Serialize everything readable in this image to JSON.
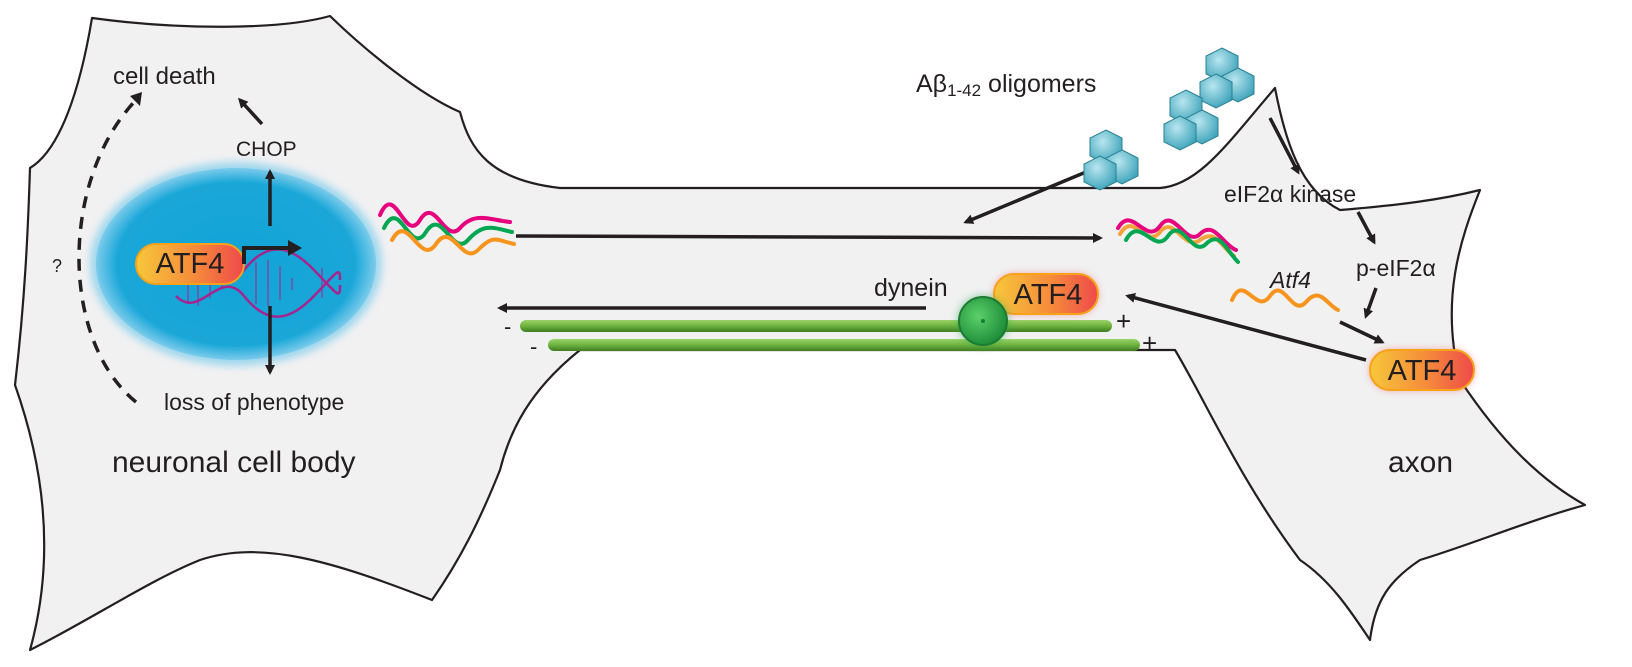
{
  "labels": {
    "cell_death": "cell death",
    "chop": "CHOP",
    "question": "?",
    "loss_of_phenotype": "loss of phenotype",
    "cell_body": "neuronal cell body",
    "axon": "axon",
    "abeta_prefix": "Aβ",
    "abeta_sub": "1-42",
    "abeta_suffix": " oligomers",
    "eif2a_kinase": "eIF2α kinase",
    "p_eif2a": "p-eIF2α",
    "atf4_mrna": "Atf4",
    "dynein": "dynein",
    "minus": "-",
    "plus": "+"
  },
  "proteins": {
    "nucleus_atf4": "ATF4",
    "transport_atf4": "ATF4",
    "axon_atf4": "ATF4"
  },
  "colors": {
    "cell_fill": "#f1f1f2",
    "cell_outline": "#231f20",
    "nucleus": "#1aa7d8",
    "nucleus_glow": "#6ac6ea",
    "atf4_gradient_start": "#f7c73a",
    "atf4_gradient_end": "#ef4a4a",
    "microtubule": "#6db33f",
    "dynein": "#2aa84a",
    "mrna_magenta": "#e6007e",
    "mrna_green": "#00a651",
    "mrna_orange": "#f7941d",
    "dna": "#a3268f",
    "oligomer": "#4fb3c9"
  }
}
